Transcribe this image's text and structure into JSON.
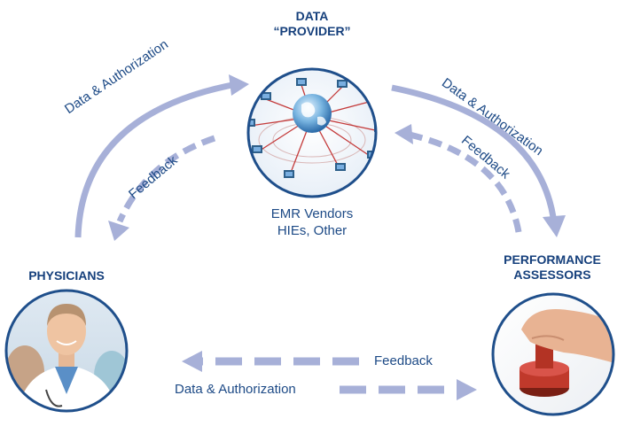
{
  "nodes": {
    "data_provider": {
      "title_line1": "DATA",
      "title_line2": "“PROVIDER”",
      "sub_line1": "EMR Vendors",
      "sub_line2": "HIEs, Other",
      "icon": "network-globe-icon"
    },
    "physicians": {
      "title": "PHYSICIANS",
      "icon": "doctor-photo"
    },
    "performance_assessors": {
      "title_line1": "PERFORMANCE",
      "title_line2": "ASSESSORS",
      "icon": "hand-stamp-photo"
    }
  },
  "flows": {
    "left_upper": {
      "data": "Data & Authorization",
      "feedback": "Feedback"
    },
    "right_upper": {
      "data": "Data & Authorization",
      "feedback": "Feedback"
    },
    "bottom": {
      "feedback": "Feedback",
      "data": "Data & Authorization"
    }
  },
  "colors": {
    "arrow": "#a7b0d8",
    "title": "#16407c",
    "label": "#1d4a86",
    "circle_stroke": "#1f4f8b"
  }
}
